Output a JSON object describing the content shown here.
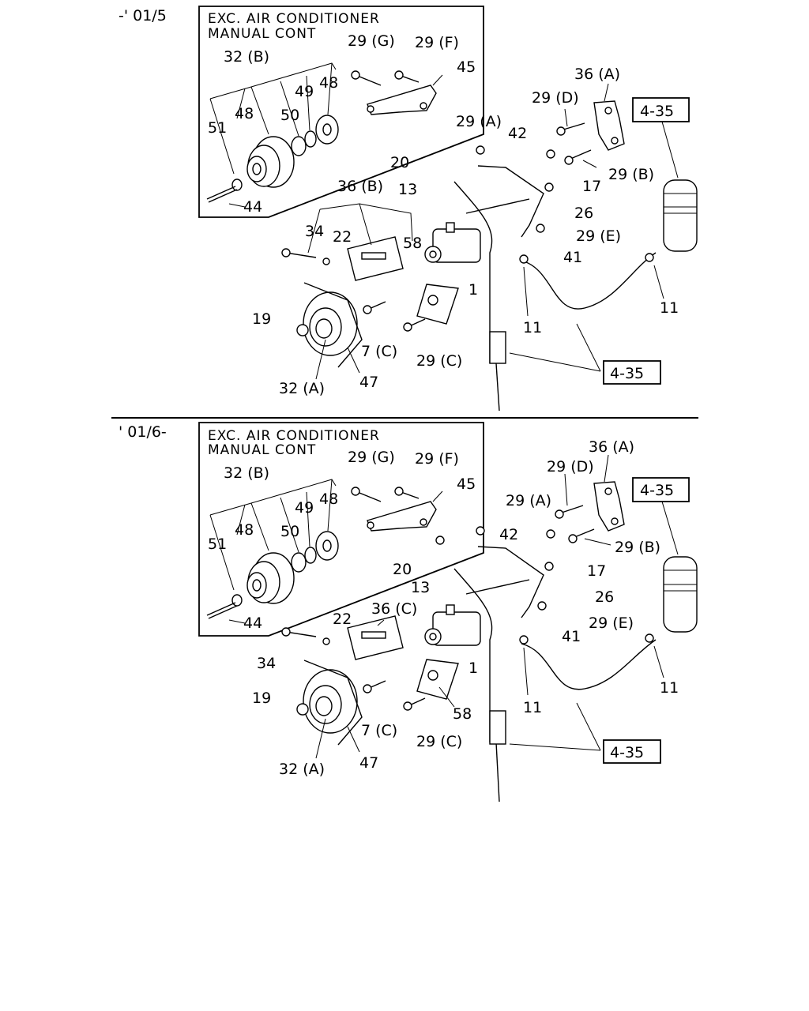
{
  "top": {
    "period": "-' 01/5",
    "inset_title_1": "EXC. AIR CONDITIONER",
    "inset_title_2": "MANUAL CONT",
    "labels": {
      "p32b": "32 (B)",
      "p29g": "29 (G)",
      "p29f": "29 (F)",
      "p45": "45",
      "p48a": "48",
      "p49": "49",
      "p48b": "48",
      "p50": "50",
      "p51": "51",
      "p44": "44",
      "p36a": "36 (A)",
      "p29d": "29 (D)",
      "p29a": "29 (A)",
      "p42": "42",
      "ref435a": "4-35",
      "p20": "20",
      "p13": "13",
      "p29b": "29 (B)",
      "p17": "17",
      "p36b": "36 (B)",
      "p26": "26",
      "p34": "34",
      "p22": "22",
      "p58": "58",
      "p29e": "29 (E)",
      "p41": "41",
      "p1": "1",
      "p19": "19",
      "p7c": "7 (C)",
      "p11a": "11",
      "p11b": "11",
      "p29c": "29 (C)",
      "p32a": "32 (A)",
      "p47": "47",
      "ref435b": "4-35"
    }
  },
  "bottom": {
    "period": "' 01/6-",
    "inset_title_1": "EXC. AIR CONDITIONER",
    "inset_title_2": "MANUAL CONT",
    "labels": {
      "p32b": "32 (B)",
      "p29g": "29 (G)",
      "p29f": "29 (F)",
      "p45": "45",
      "p48a": "48",
      "p49": "49",
      "p48b": "48",
      "p50": "50",
      "p51": "51",
      "p44": "44",
      "p36a": "36 (A)",
      "p29d": "29 (D)",
      "p29a": "29 (A)",
      "p42": "42",
      "ref435a": "4-35",
      "p20": "20",
      "p13": "13",
      "p29b": "29 (B)",
      "p17": "17",
      "p36c": "36 (C)",
      "p26": "26",
      "p34": "34",
      "p22": "22",
      "p58": "58",
      "p29e": "29 (E)",
      "p41": "41",
      "p1": "1",
      "p19": "19",
      "p7c": "7 (C)",
      "p11a": "11",
      "p11b": "11",
      "p29c": "29 (C)",
      "p32a": "32 (A)",
      "p47": "47",
      "ref435b": "4-35"
    }
  }
}
